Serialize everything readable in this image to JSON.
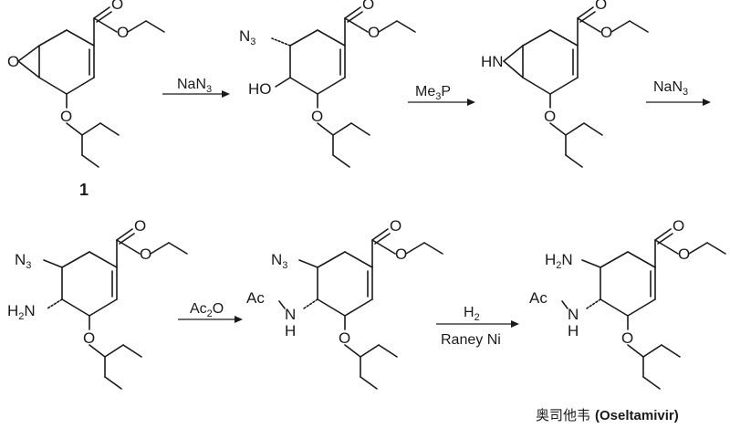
{
  "compound_label": "1",
  "reactions": [
    {
      "reagent": "NaN",
      "reagent_sub": "3",
      "reagent2": ""
    },
    {
      "reagent": "Me",
      "reagent_sub": "3",
      "reagent_tail": "P"
    },
    {
      "reagent": "NaN",
      "reagent_sub": "3"
    },
    {
      "reagent": "Ac",
      "reagent_sub": "2",
      "reagent_tail": "O"
    },
    {
      "reagent": "H",
      "reagent_sub": "2",
      "reagent2": "Raney Ni"
    }
  ],
  "atoms": {
    "O": "O",
    "N": "N",
    "H": "H",
    "HO": "HO",
    "HN": "HN",
    "H2N_H": "H",
    "H2N_sub": "2",
    "H2N_N": "N",
    "Ac": "Ac",
    "N3_N": "N",
    "N3_sub": "3"
  },
  "caption": {
    "chinese": "奥司他韦",
    "english": "(Oseltamivir)"
  }
}
